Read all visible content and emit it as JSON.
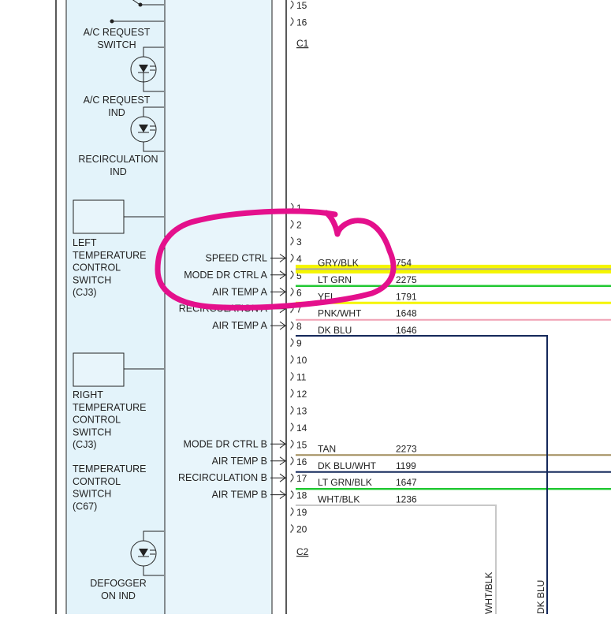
{
  "colors": {
    "panel_outer": "#e3f3fa",
    "panel_inner": "#e8f5fb",
    "annotation": "#e4108c",
    "wire_yellow": "#f5f500",
    "wire_gray": "#a8a8a8",
    "wire_green": "#22c833",
    "wire_pink": "#f0a0b4",
    "wire_dkblu": "#14285a",
    "wire_tan": "#a08c5a",
    "wire_white": "#c8c8c8"
  },
  "module_labels": [
    {
      "id": "ac-request-switch",
      "lines": [
        "A/C REQUEST",
        "SWITCH"
      ]
    },
    {
      "id": "ac-request-ind",
      "lines": [
        "A/C REQUEST",
        "IND"
      ]
    },
    {
      "id": "recirculation-ind",
      "lines": [
        "RECIRCULATION",
        "IND"
      ]
    },
    {
      "id": "left-temp-switch",
      "lines": [
        "LEFT",
        "TEMPERATURE",
        "CONTROL",
        "SWITCH",
        "(CJ3)"
      ]
    },
    {
      "id": "right-temp-switch",
      "lines": [
        "RIGHT",
        "TEMPERATURE",
        "CONTROL",
        "SWITCH",
        "(CJ3)"
      ]
    },
    {
      "id": "temp-switch-c67",
      "lines": [
        "TEMPERATURE",
        "CONTROL",
        "SWITCH",
        "(C67)"
      ]
    },
    {
      "id": "defogger-ind",
      "lines": [
        "DEFOGGER",
        "ON IND"
      ]
    }
  ],
  "signal_labels": [
    "SPEED CTRL",
    "MODE DR CTRL A",
    "AIR TEMP A",
    "RECIRCULATION A",
    "AIR TEMP A",
    "MODE DR CTRL B",
    "AIR TEMP B",
    "RECIRCULATION B",
    "AIR TEMP B"
  ],
  "connector_c1": {
    "name": "C1",
    "pins": [
      "15",
      "16"
    ]
  },
  "connector_c2": {
    "name": "C2",
    "pins": [
      "1",
      "2",
      "3",
      "4",
      "5",
      "6",
      "7",
      "8",
      "9",
      "10",
      "11",
      "12",
      "13",
      "14",
      "15",
      "16",
      "17",
      "18",
      "19",
      "20"
    ]
  },
  "wires": [
    {
      "pin": "4",
      "color": "GRY/BLK",
      "circuit": "754"
    },
    {
      "pin": "5",
      "color": "LT GRN",
      "circuit": "2275"
    },
    {
      "pin": "6",
      "color": "YEL",
      "circuit": "1791"
    },
    {
      "pin": "7",
      "color": "PNK/WHT",
      "circuit": "1648"
    },
    {
      "pin": "8",
      "color": "DK BLU",
      "circuit": "1646"
    },
    {
      "pin": "15",
      "color": "TAN",
      "circuit": "2273"
    },
    {
      "pin": "16",
      "color": "DK BLU/WHT",
      "circuit": "1199"
    },
    {
      "pin": "17",
      "color": "LT GRN/BLK",
      "circuit": "1647"
    },
    {
      "pin": "18",
      "color": "WHT/BLK",
      "circuit": "1236"
    }
  ],
  "vertical_labels": [
    "WHT/BLK",
    "DK BLU"
  ]
}
